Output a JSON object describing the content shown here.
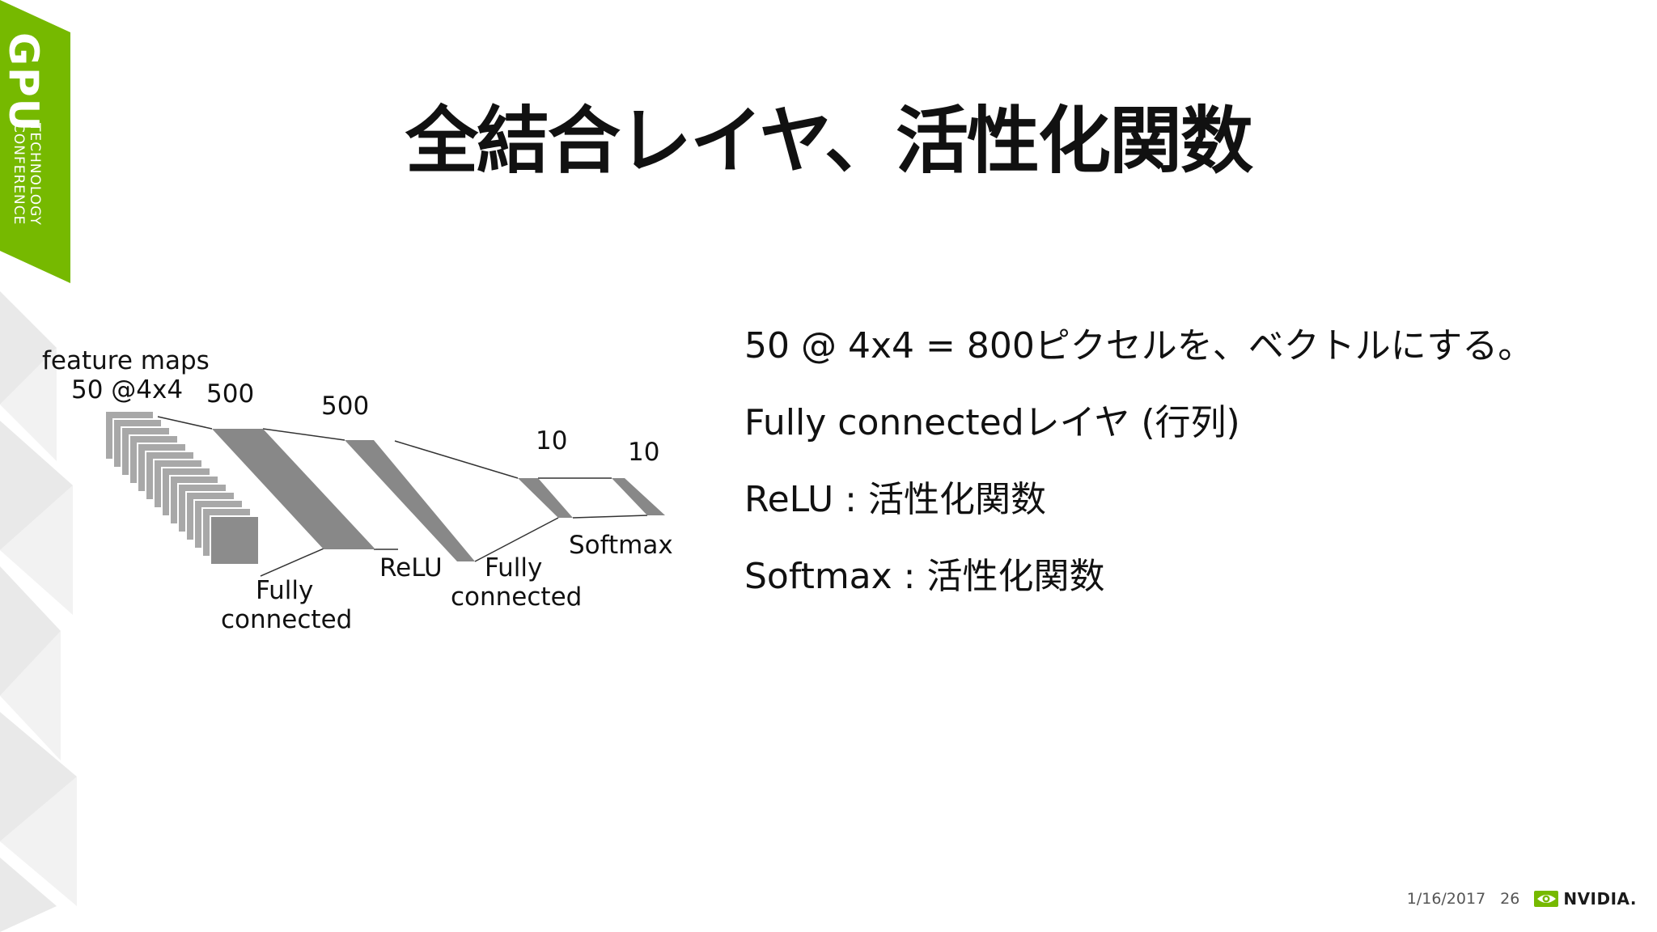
{
  "branding": {
    "gtc_line1": "GPU",
    "gtc_line2": "TECHNOLOGY",
    "gtc_line3": "CONFERENCE",
    "accent_color": "#76b900",
    "company_name": "NVIDIA."
  },
  "slide": {
    "title": "全結合レイヤ、活性化関数"
  },
  "diagram": {
    "labels": {
      "feature_maps_line1": "feature maps",
      "feature_maps_line2": "50 @4x4",
      "size_500_a": "500",
      "size_500_b": "500",
      "size_10_a": "10",
      "size_10_b": "10",
      "fully_connected_1_line1": "Fully",
      "fully_connected_1_line2": "connected",
      "relu": "ReLU",
      "fully_connected_2_line1": "Fully",
      "fully_connected_2_line2": "connected",
      "softmax": "Softmax"
    }
  },
  "bullets": [
    "50 @ 4x4 = 800ピクセルを、ベクトルにする。",
    "Fully connectedレイヤ (行列)",
    "ReLU : 活性化関数",
    "Softmax : 活性化関数"
  ],
  "footer": {
    "date": "1/16/2017",
    "page_number": "26"
  }
}
